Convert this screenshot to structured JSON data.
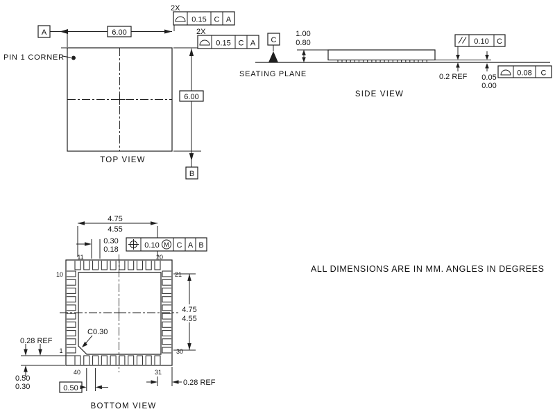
{
  "note": "ALL DIMENSIONS ARE IN MM. ANGLES IN DEGREES",
  "icons": {
    "profile_of_surface": "⌓",
    "true_position": "⊕",
    "parallelism": "∥",
    "max_material_condition": "Ⓜ",
    "datum_target_triangle": "▲",
    "pin1_dot": "●"
  },
  "top": {
    "title": "TOP VIEW",
    "pin1": "PIN 1 CORNER",
    "dim_w": "6.00",
    "dim_h": "6.00",
    "datum_a": "A",
    "datum_b": "B",
    "fcf1_qty": "2X",
    "fcf1_tol": "0.15",
    "fcf1_d1": "C",
    "fcf1_d2": "A",
    "fcf2_qty": "2X",
    "fcf2_tol": "0.15",
    "fcf2_d1": "C",
    "fcf2_d2": "A"
  },
  "side": {
    "title": "SIDE VIEW",
    "seating": "SEATING PLANE",
    "datum_c": "C",
    "h_max": "1.00",
    "h_min": "0.80",
    "par_tol": "0.10",
    "par_datum": "C",
    "lead_ref": "0.2 REF",
    "standoff_max": "0.05",
    "standoff_min": "0.00",
    "prof_tol": "0.08",
    "prof_datum": "C"
  },
  "bottom": {
    "title": "BOTTOM VIEW",
    "span_top_max": "4.75",
    "span_top_min": "4.55",
    "span_right_max": "4.75",
    "span_right_min": "4.55",
    "lead_w_max": "0.30",
    "lead_w_min": "0.18",
    "pos_tol": "0.10",
    "pos_mod": "M",
    "pos_d1": "C",
    "pos_d2": "A",
    "pos_d3": "B",
    "chamfer": "C0.30",
    "ref_left": "0.28 REF",
    "ref_bottom": "0.28 REF",
    "term_max": "0.50",
    "term_min": "0.30",
    "pitch": "0.50",
    "pins": {
      "n1": "1",
      "n10": "10",
      "n11": "11",
      "n20": "20",
      "n21": "21",
      "n30": "30",
      "n31": "31",
      "n40": "40"
    }
  }
}
